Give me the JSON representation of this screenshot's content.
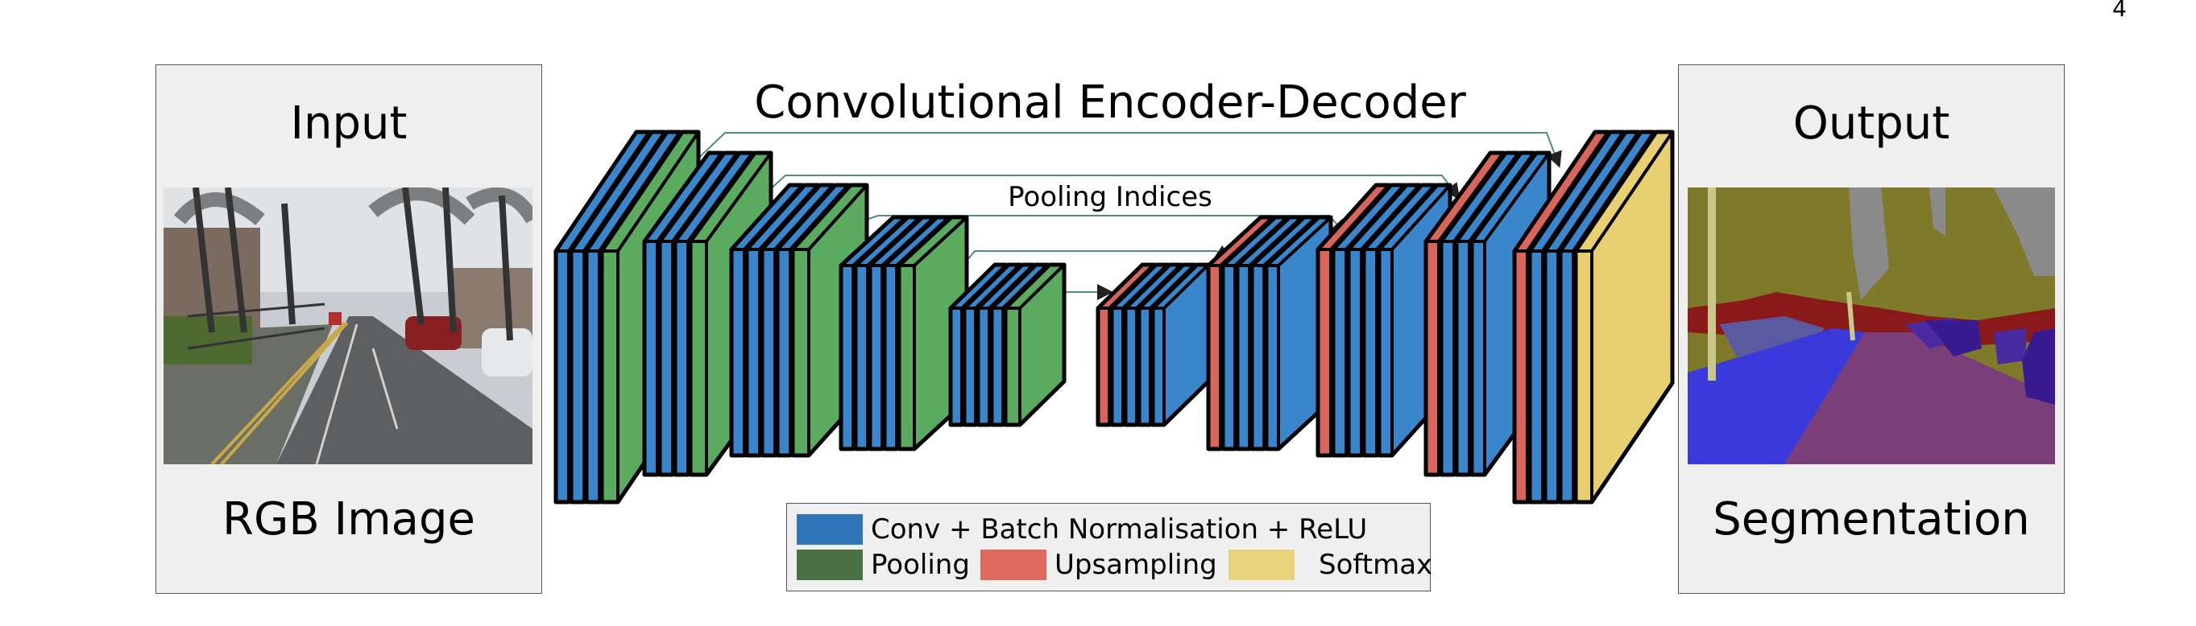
{
  "page_number": "4",
  "title": "Convolutional Encoder-Decoder",
  "pooling_label": "Pooling Indices",
  "input_panel": {
    "title": "Input",
    "caption": "RGB Image",
    "image": "street-scene-photo"
  },
  "output_panel": {
    "title": "Output",
    "caption": "Segmentation",
    "image": "segmentation-map"
  },
  "colors": {
    "conv": "#3a86cc",
    "conv_light": "#5aa6d8",
    "pooling": "#5aaa60",
    "upsampling": "#d9645a",
    "softmax": "#e8d070",
    "legend_conv": "#2f76b8",
    "legend_pooling": "#487044",
    "legend_upsampling": "#dd6a5c",
    "legend_softmax": "#e8d27a",
    "skip_arrow": "#4a9080"
  },
  "legend": {
    "conv": "Conv + Batch Normalisation + ReLU",
    "pooling": "Pooling",
    "upsampling": "Upsampling",
    "softmax": "Softmax"
  }
}
